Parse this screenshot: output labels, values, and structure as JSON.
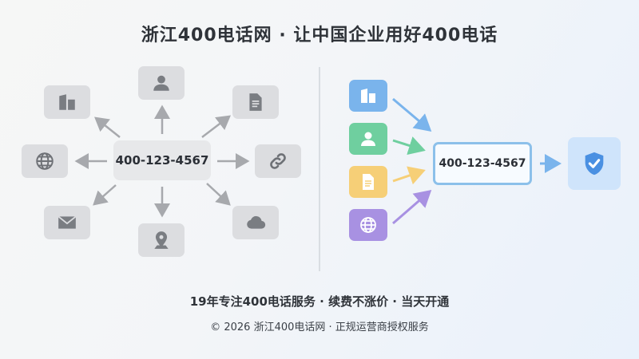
{
  "header": {
    "title": "浙江400电话网 · 让中国企业用好400电话"
  },
  "hub": {
    "phone_number": "400-123-4567",
    "nodes": [
      {
        "icon": "building-icon"
      },
      {
        "icon": "person-icon"
      },
      {
        "icon": "document-icon"
      },
      {
        "icon": "globe-icon"
      },
      {
        "icon": "link-icon"
      },
      {
        "icon": "mail-icon"
      },
      {
        "icon": "location-pin-icon"
      },
      {
        "icon": "cloud-icon"
      }
    ],
    "color": "#dcdde0"
  },
  "flow": {
    "phone_number": "400-123-4567",
    "sources": [
      {
        "icon": "building-icon",
        "color": "#7ab4ec"
      },
      {
        "icon": "person-icon",
        "color": "#6fcf9f"
      },
      {
        "icon": "document-icon",
        "color": "#f6cf77"
      },
      {
        "icon": "globe-icon",
        "color": "#a891e2"
      }
    ],
    "target": {
      "icon": "shield-check-icon",
      "color": "#cfe4fb"
    }
  },
  "footer": {
    "tagline": "19年专注400电话服务 · 续费不涨价 · 当天开通",
    "copyright": "© 2026 浙江400电话网 · 正规运营商授权服务"
  }
}
